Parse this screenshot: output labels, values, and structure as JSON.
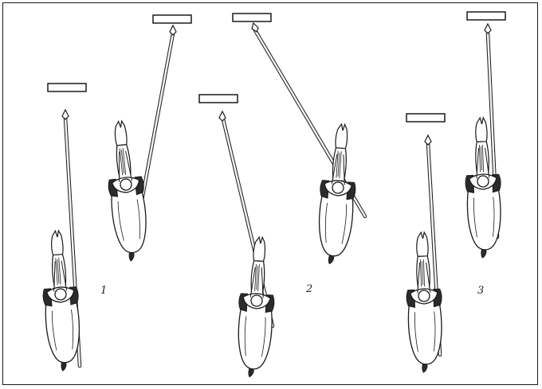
{
  "figure": {
    "panel_labels": [
      "1",
      "2",
      "3"
    ]
  },
  "colors": {
    "ink": "#1a1a1a",
    "paper": "#ffffff",
    "shade": "#2b2b2b",
    "lance_fill": "#f2f2f2"
  },
  "icons": [
    "horseman-icon",
    "lance-icon",
    "target-bar-icon"
  ]
}
